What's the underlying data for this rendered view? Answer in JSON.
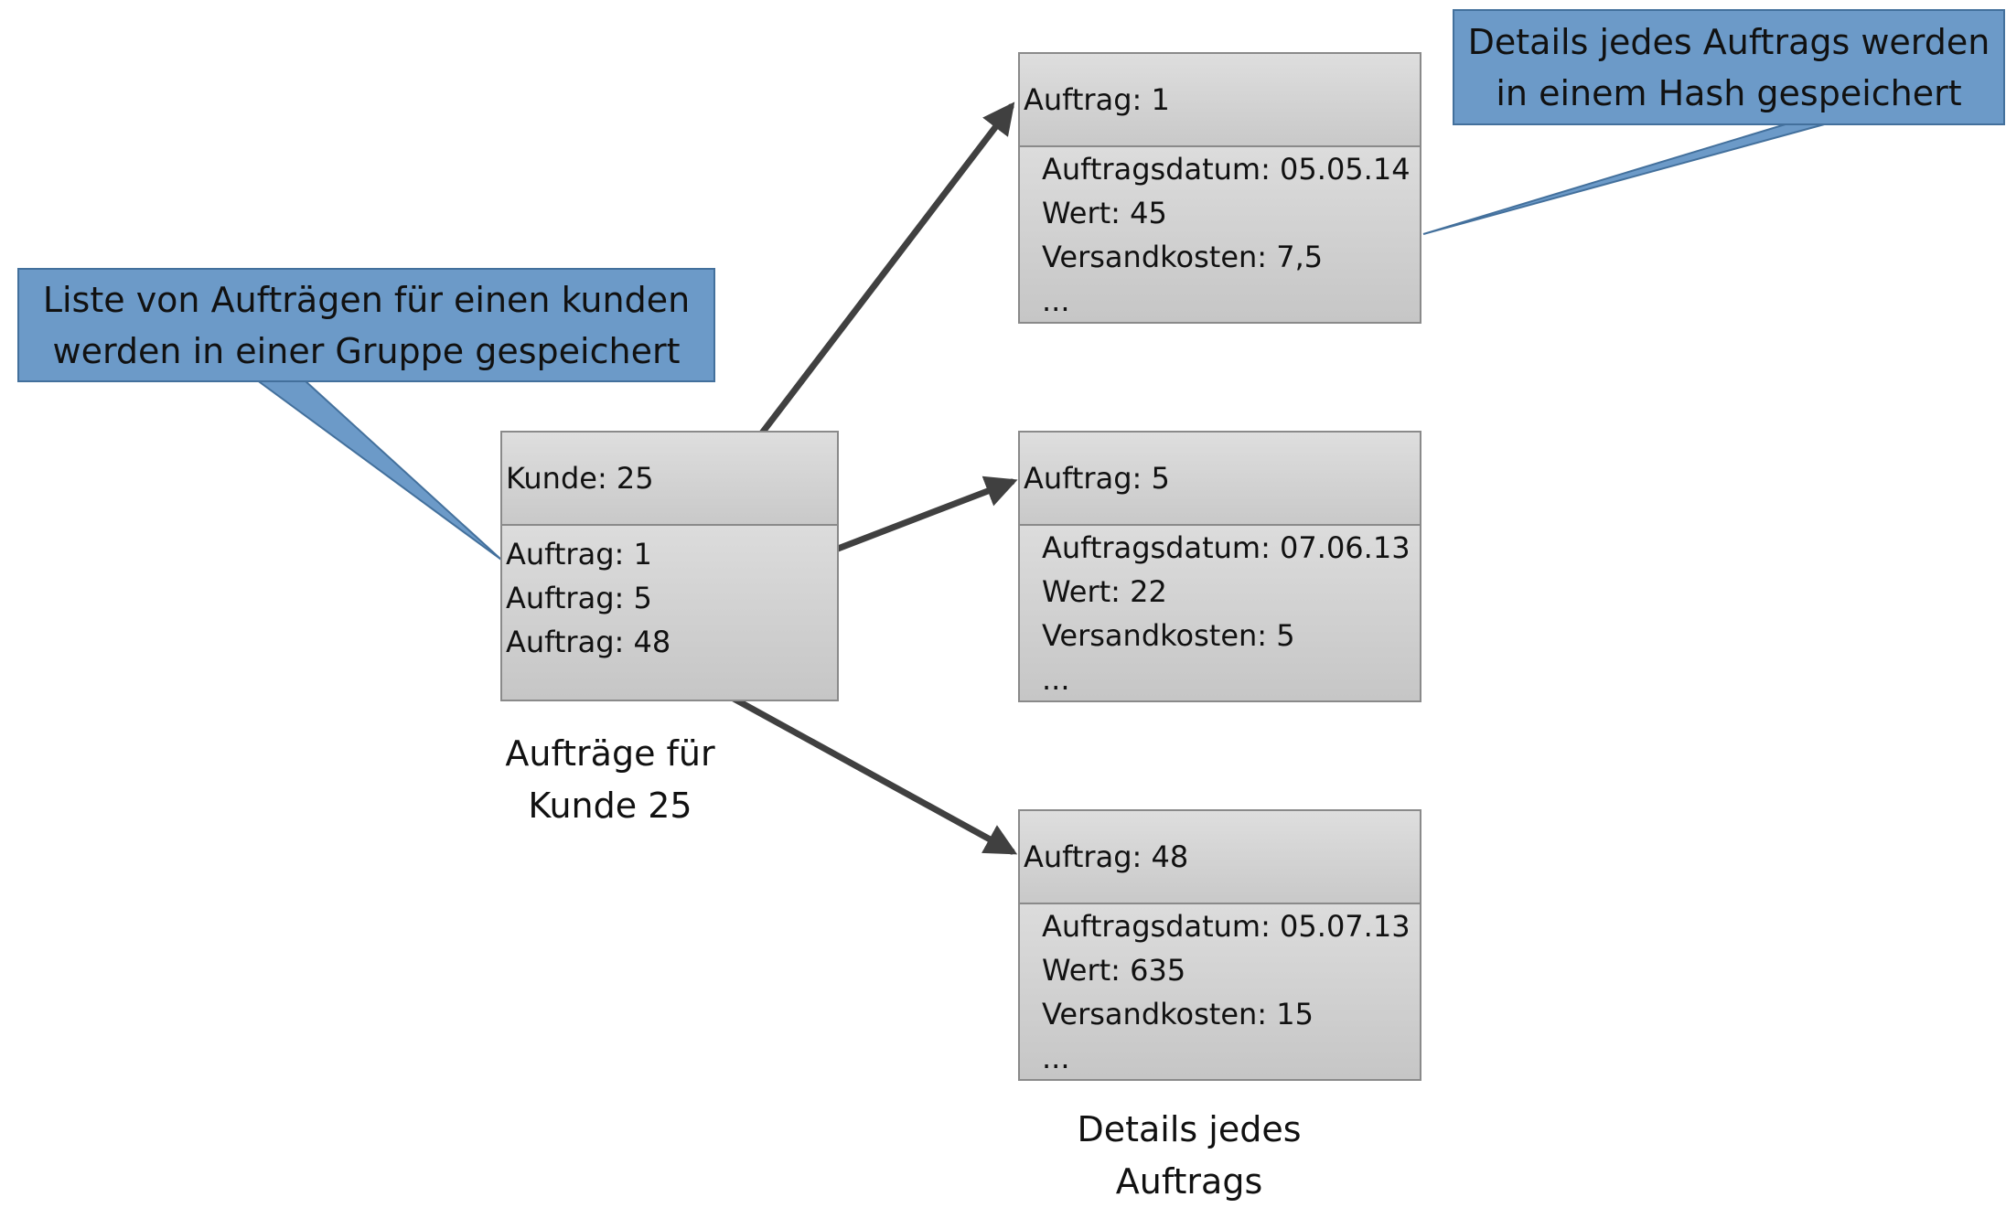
{
  "callouts": {
    "group": {
      "line1": "Liste von Aufträgen für einen kunden",
      "line2": "werden in einer Gruppe gespeichert"
    },
    "hash": {
      "line1": "Details jedes Auftrags werden",
      "line2": "in einem Hash gespeichert"
    }
  },
  "customer_box": {
    "header": "Kunde: 25",
    "orders": [
      "Auftrag: 1",
      "Auftrag: 5",
      "Auftrag: 48"
    ]
  },
  "order_boxes": [
    {
      "header": "Auftrag: 1",
      "fields": [
        "Auftragsdatum: 05.05.14",
        "Wert: 45",
        "Versandkosten: 7,5",
        "..."
      ]
    },
    {
      "header": "Auftrag: 5",
      "fields": [
        "Auftragsdatum: 07.06.13",
        "Wert: 22",
        "Versandkosten: 5",
        "..."
      ]
    },
    {
      "header": "Auftrag: 48",
      "fields": [
        "Auftragsdatum: 05.07.13",
        "Wert: 635",
        "Versandkosten: 15",
        "..."
      ]
    }
  ],
  "captions": {
    "customer": {
      "line1": "Aufträge für",
      "line2": "Kunde 25"
    },
    "details": {
      "line1": "Details jedes",
      "line2": "Auftrags"
    }
  },
  "colors": {
    "callout_fill": "#6c9ac8",
    "callout_border": "#43709c",
    "arrow": "#404040",
    "box_border": "#8a8a8a"
  }
}
